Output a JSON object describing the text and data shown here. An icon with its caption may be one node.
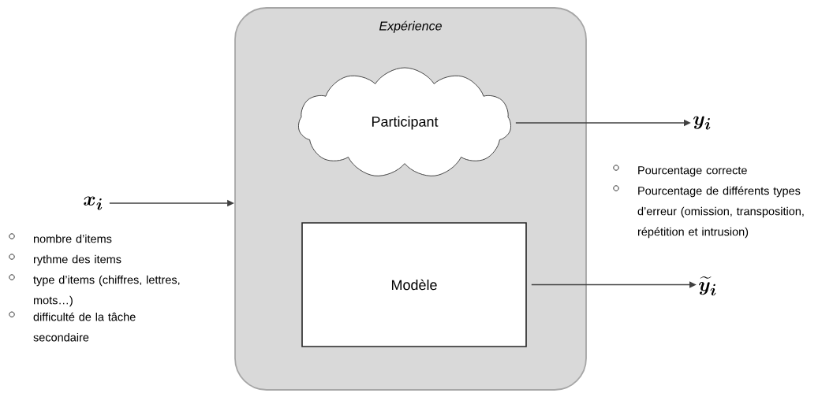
{
  "diagram": {
    "nodes": [
      {
        "text": [
          "Expérience"
        ]
      },
      {
        "text": [
          "Participant"
        ],
        "in": 0
      },
      {
        "text": [
          "Modèle"
        ],
        "in": 0
      },
      {
        "text": [
          "\\bm{x_i}"
        ],
        "beside": [
          "nombre d’items",
          "rythme des items",
          "type d’items (chiffres, lettres, mots…)",
          "difficulté de la tâche secondaire"
        ]
      },
      {
        "text": [
          "\\bm{y_i}"
        ],
        "beside": [
          "Pourcentage correcte",
          "Pourcentage de différents types d’erreur (omission, transposition, répétition et intrusion)"
        ]
      },
      {
        "text": [
          "\\widetilde{\\bm{y}}_{\\bm{i}}"
        ]
      }
    ],
    "edges": [
      {
        "from": 3,
        "to": 0,
        "arrow": "to"
      },
      {
        "from": 1,
        "to": 4,
        "arrow": "to"
      },
      {
        "from": 2,
        "to": 5,
        "arrow": "to"
      }
    ]
  }
}
